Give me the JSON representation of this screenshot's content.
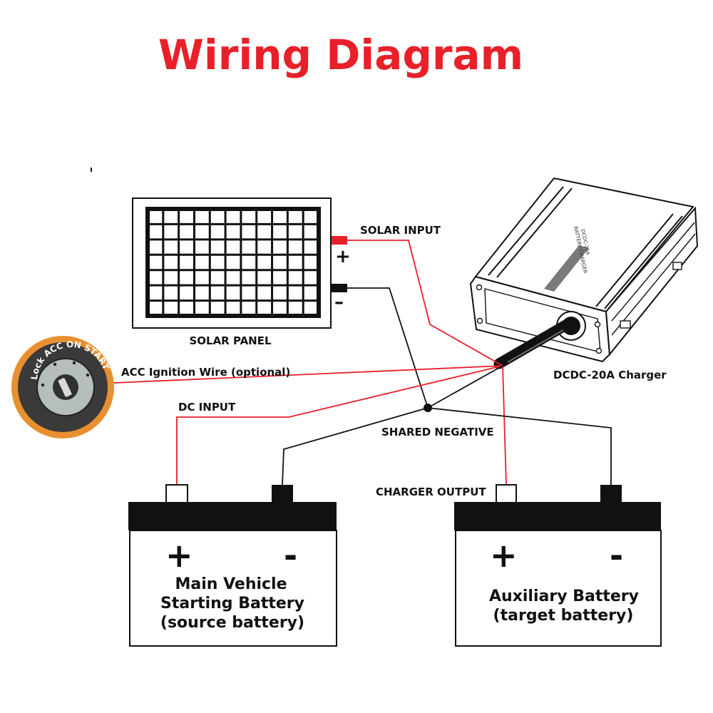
{
  "title": "Wiring Diagram",
  "solar_panel": {
    "label": "SOLAR PANEL",
    "plus": "+",
    "minus": "–"
  },
  "charger": {
    "label": "DCDC-20A Charger",
    "case_line1": "DCDC-20A",
    "case_line2": "BATTERY CHARGER"
  },
  "ignition_switch": {
    "ring_text": "Lock ACC ON START"
  },
  "wire_labels": {
    "solar_input": "SOLAR INPUT",
    "acc_ignition": "ACC Ignition Wire (optional)",
    "dc_input": "DC INPUT",
    "shared_negative": "SHARED NEGATIVE",
    "charger_output": "CHARGER OUTPUT"
  },
  "main_battery": {
    "line1": "Main Vehicle",
    "line2": "Starting Battery",
    "line3": "(source battery)",
    "plus": "+",
    "minus": "-"
  },
  "aux_battery": {
    "line1": "Auxiliary Battery",
    "line2": "(target battery)",
    "plus": "+",
    "minus": "-"
  },
  "colors": {
    "title": "#e8202a",
    "positive_wire": "#e8202a",
    "negative_wire": "#111111",
    "switch_ring": "#e8902f",
    "switch_face": "#3a3a3a"
  }
}
